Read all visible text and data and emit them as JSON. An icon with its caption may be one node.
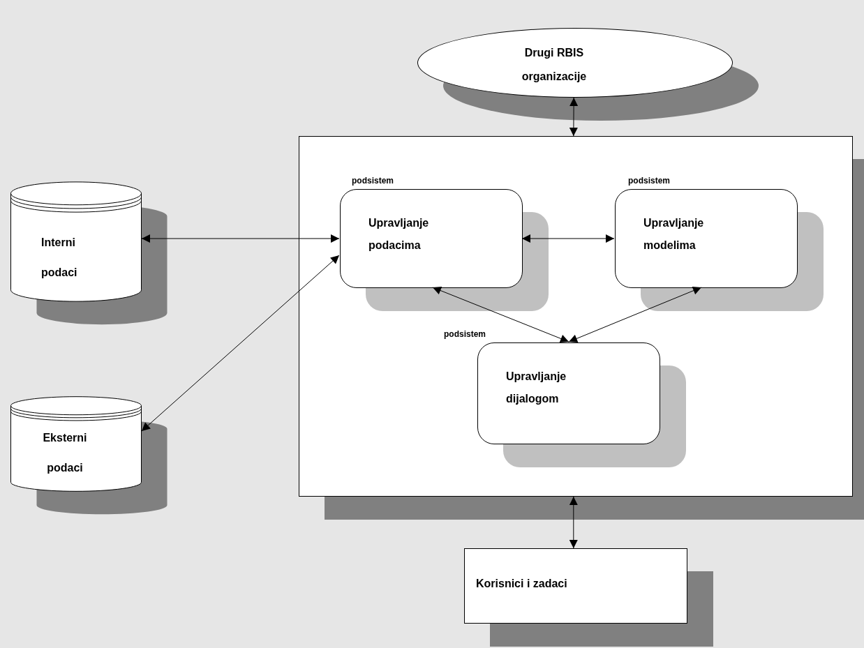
{
  "diagram": {
    "nodes": [
      {
        "text": [
          "Drugi RBIS organizacije"
        ]
      },
      {
        "text": [],
        "shape": "box"
      },
      {
        "text": [
          "Upravljanje podacima"
        ],
        "in": 1,
        "beside": [
          "podsistem"
        ]
      },
      {
        "text": [
          "Upravljanje modelima"
        ],
        "in": 1,
        "beside": [
          "podsistem"
        ]
      },
      {
        "text": [
          "Upravljanje dijalogom"
        ],
        "in": 1,
        "beside": [
          "podsistem"
        ]
      },
      {
        "text": [
          "Interni podaci"
        ]
      },
      {
        "text": [
          "Eksterni podaci"
        ]
      },
      {
        "text": [
          "Korisnici i zadaci"
        ]
      }
    ],
    "edges": [
      {
        "from": 0,
        "to": 1,
        "arrow": "both"
      },
      {
        "from": 5,
        "to": 2,
        "arrow": "both"
      },
      {
        "from": 6,
        "to": 2,
        "arrow": "both"
      },
      {
        "from": 2,
        "to": 3,
        "arrow": "both"
      },
      {
        "from": 2,
        "to": 4,
        "arrow": "both"
      },
      {
        "from": 3,
        "to": 4,
        "arrow": "both"
      },
      {
        "from": 1,
        "to": 7,
        "arrow": "both"
      }
    ]
  }
}
